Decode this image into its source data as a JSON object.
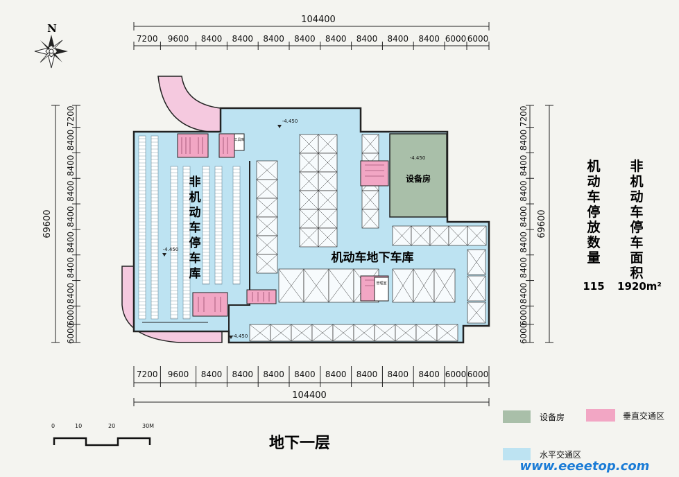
{
  "north_label": "N",
  "dims": {
    "total_horizontal": "104400",
    "horizontal": [
      "7200",
      "9600",
      "8400",
      "8400",
      "8400",
      "8400",
      "8400",
      "8400",
      "8400",
      "8400",
      "6000",
      "6000"
    ],
    "total_vertical": "69600",
    "vertical": [
      "7200",
      "8400",
      "8400",
      "8400",
      "8400",
      "8400",
      "8400",
      "8400",
      "6000",
      "6000"
    ]
  },
  "rooms": {
    "nonmotor_garage": "非机动车停车库",
    "motor_garage": "机动车地下车库",
    "equipment_room": "设备房",
    "tool_room": "工具库",
    "mgmt_room": "管理室",
    "elevation_1": "-4.450",
    "elevation_2": "-4.450",
    "elevation_3": "-4.450",
    "elevation_4": "-4.450"
  },
  "stats": {
    "label_motor_count": "机动车停放数量",
    "label_nonmotor_area": "非机动车停车面积",
    "motor_count": "115",
    "nonmotor_area": "1920m²"
  },
  "scale": {
    "labels": [
      "0",
      "10",
      "20",
      "30M"
    ]
  },
  "title": "地下一层",
  "legend": {
    "items": [
      {
        "label": "设备房",
        "color": "#a9bfa9"
      },
      {
        "label": "垂直交通区",
        "color": "#f2a6c4"
      },
      {
        "label": "水平交通区",
        "color": "#bde3f2"
      }
    ]
  },
  "watermark": "www.eeeetop.com",
  "colors": {
    "horizontal_traffic": "#bde3f2",
    "vertical_traffic": "#f2a6c4",
    "equipment": "#a9bfa9",
    "ramp": "#f5c9df"
  }
}
